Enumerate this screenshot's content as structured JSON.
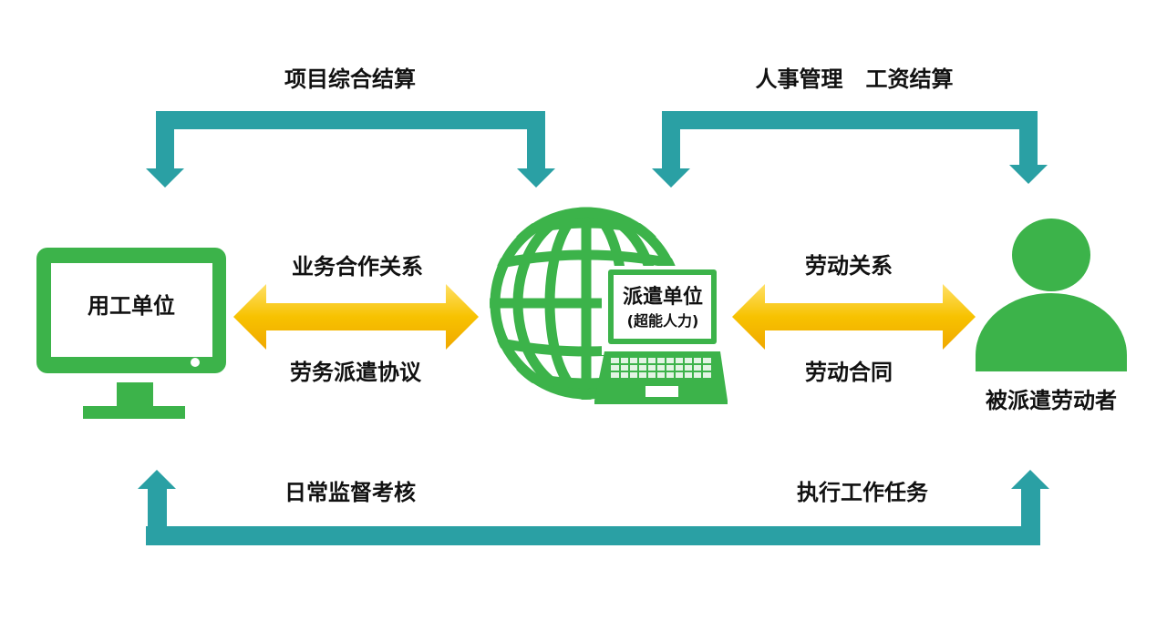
{
  "colors": {
    "green": "#3cb34a",
    "teal": "#2aa0a4",
    "yellow": "#f7c200"
  },
  "top_left_label": "项目综合结算",
  "top_right_label": "人事管理   工资结算",
  "bottom_left_label": "日常监督考核",
  "bottom_right_label": "执行工作任务",
  "employer": {
    "label": "用工单位",
    "icon": "monitor-icon"
  },
  "agency": {
    "label": "派遣单位",
    "sublabel": "(超能人力)",
    "icon": "globe-laptop-icon"
  },
  "worker": {
    "label": "被派遣劳动者",
    "icon": "person-icon"
  },
  "left_link": {
    "top": "业务合作关系",
    "bottom": "劳务派遣协议"
  },
  "right_link": {
    "top": "劳动关系",
    "bottom": "劳动合同"
  }
}
